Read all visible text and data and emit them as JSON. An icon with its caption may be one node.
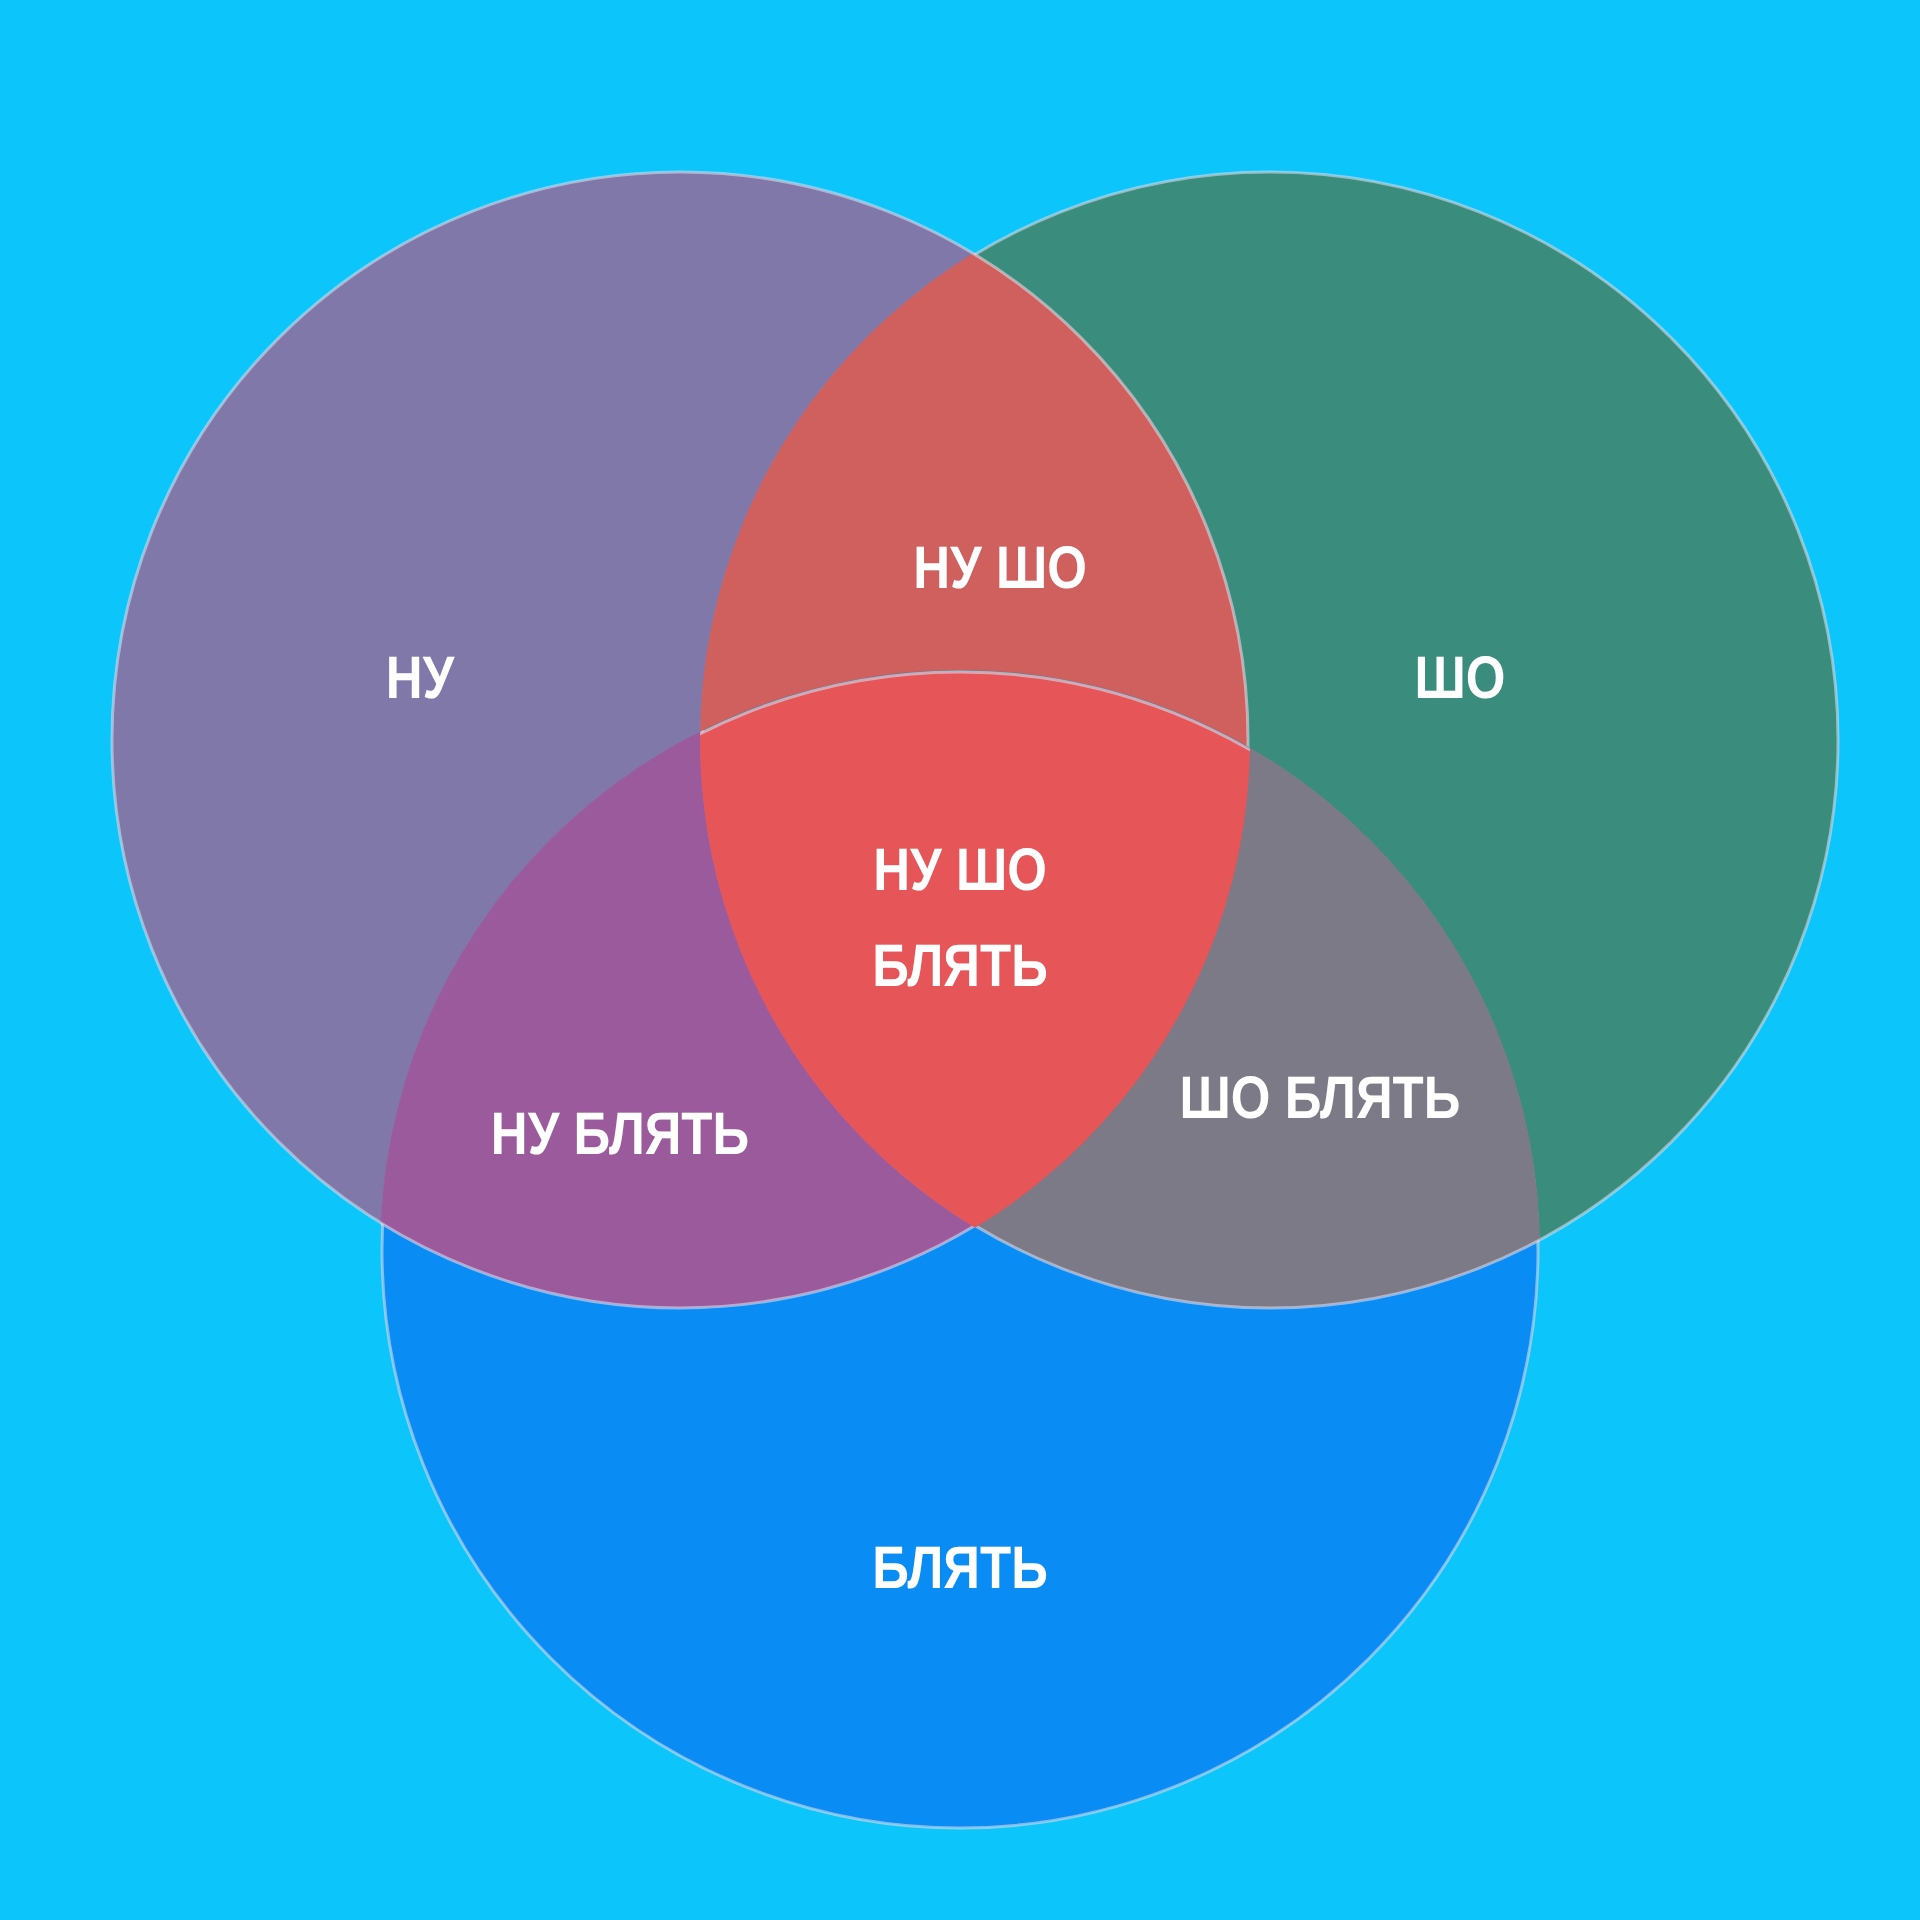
{
  "diagram": {
    "nodes": [
      {
        "text": [
          "НУ"
        ]
      },
      {
        "text": [
          "ШО"
        ]
      },
      {
        "text": [
          "БЛЯТЬ"
        ]
      }
    ],
    "labels": [
      "НУ ШО",
      "НУ ШО БЛЯТЬ",
      "ШО БЛЯТЬ",
      "НУ БЛЯТЬ"
    ]
  }
}
